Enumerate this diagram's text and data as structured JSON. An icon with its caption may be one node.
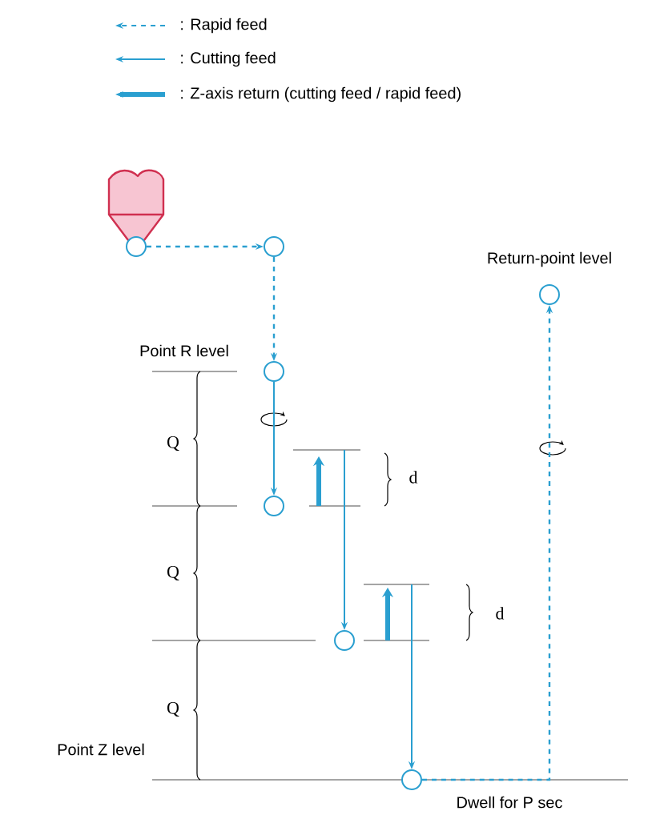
{
  "diagram": {
    "nodes": [
      {
        "text": [],
        "shape": "circle"
      },
      {
        "text": [],
        "shape": "circle"
      },
      {
        "text": [],
        "shape": "circle"
      },
      {
        "text": [],
        "shape": "circle"
      },
      {
        "text": [],
        "shape": "circle"
      },
      {
        "text": [],
        "shape": "circle",
        "beside": [
          "Dwell for P sec"
        ]
      },
      {
        "text": [],
        "shape": "circle",
        "beside": [
          "Return-point level"
        ]
      }
    ],
    "edges": [
      {
        "from": 0,
        "to": 1,
        "arrow": "to",
        "style": "dashed"
      },
      {
        "from": 1,
        "to": 2,
        "arrow": "to",
        "style": "dashed"
      },
      {
        "from": 2,
        "to": 3,
        "arrow": "to"
      },
      {
        "from": null,
        "to": 4,
        "arrow": "to"
      },
      {
        "from": null,
        "to": 5,
        "arrow": "to"
      },
      {
        "from": 5,
        "to": 6,
        "arrow": "to",
        "style": "dashed"
      }
    ],
    "labels": [
      "Point R level",
      "Q",
      "d",
      "Q",
      "d",
      "Q",
      "Point Z level"
    ],
    "legend": [
      {
        "text": ":  Rapid feed"
      },
      {
        "text": ":  Cutting feed"
      },
      {
        "text": ":  Z-axis return (cutting feed / rapid feed)"
      }
    ]
  }
}
